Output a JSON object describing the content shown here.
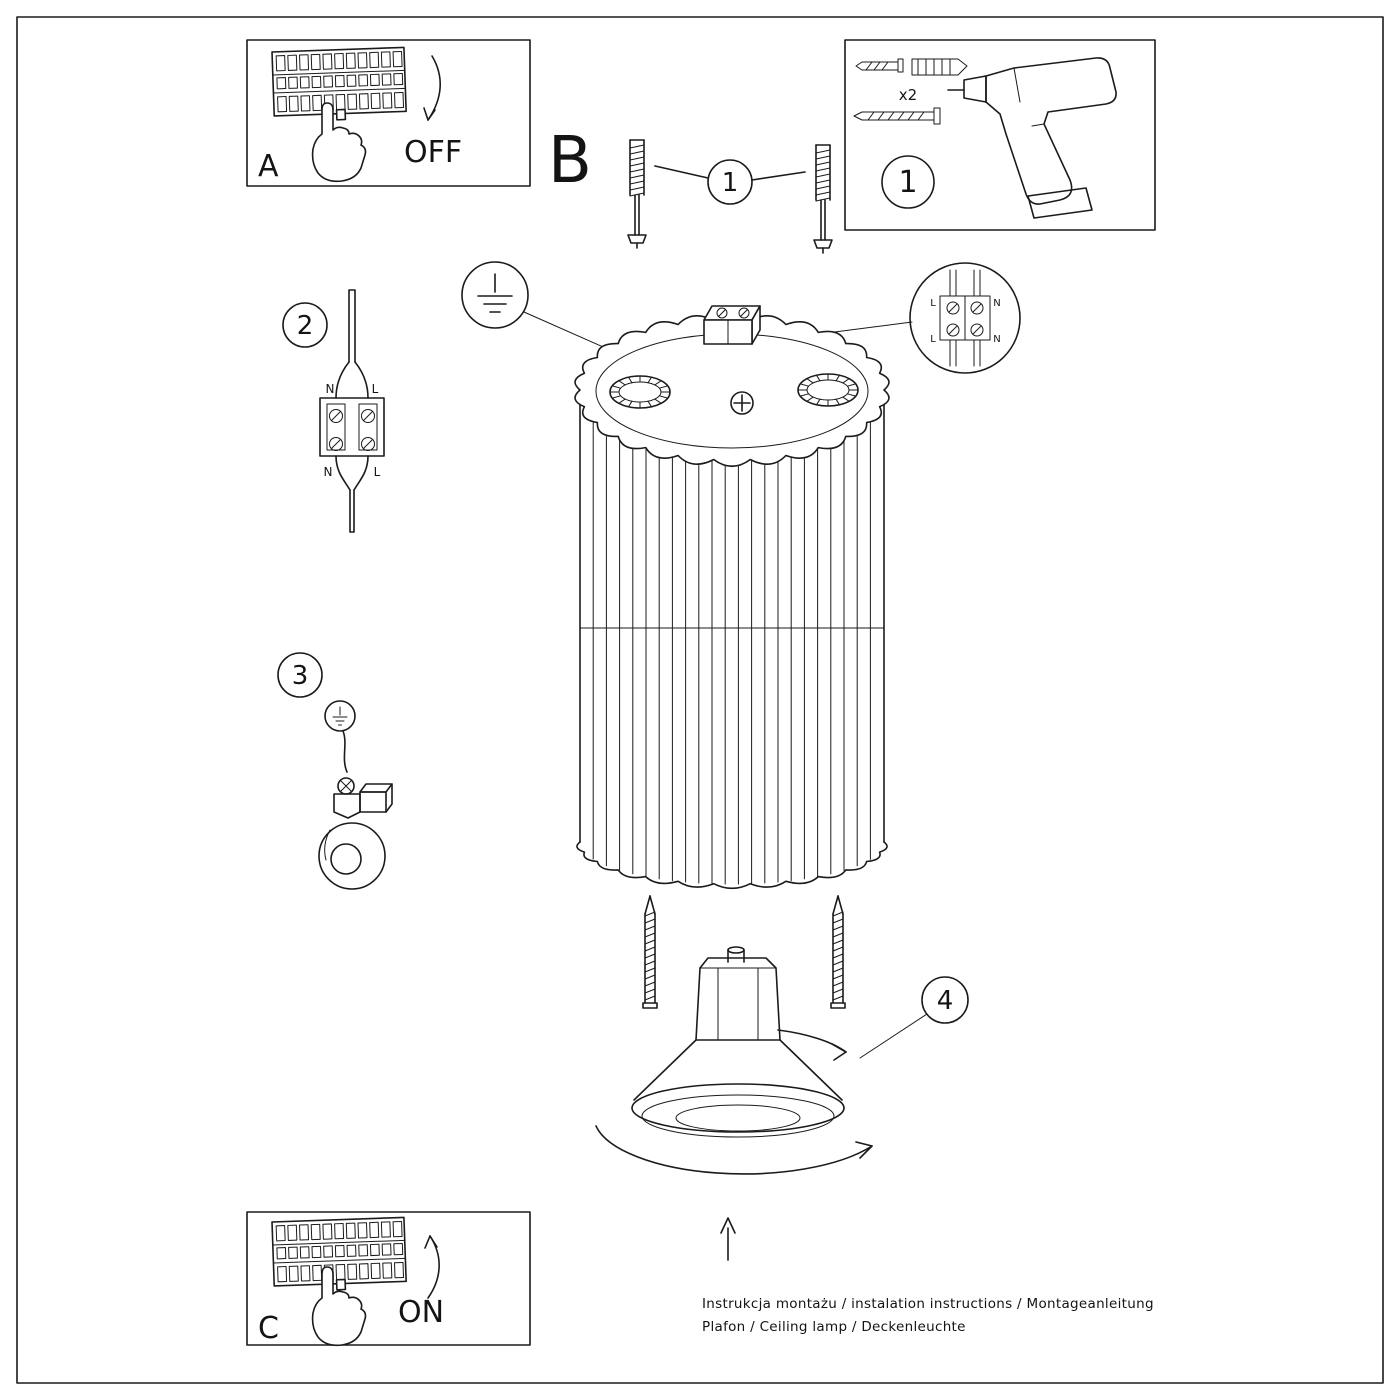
{
  "steps": {
    "a": {
      "label": "A",
      "state": "OFF"
    },
    "b": {
      "label": "B"
    },
    "c": {
      "label": "C",
      "state": "ON"
    }
  },
  "callouts": {
    "tools": "1",
    "anchors": "1",
    "wires": "2",
    "holder": "3",
    "bulb": "4"
  },
  "tools_box": {
    "screw_count": "x2"
  },
  "terminal": {
    "top": [
      "N",
      "L"
    ],
    "bottom": [
      "N",
      "L"
    ]
  },
  "detail": {
    "labels": [
      "L",
      "N",
      "L",
      "N"
    ]
  },
  "footer": {
    "line1": "Instrukcja montażu / instalation instructions / Montageanleitung",
    "line2": "Plafon / Ceiling lamp / Deckenleuchte"
  }
}
